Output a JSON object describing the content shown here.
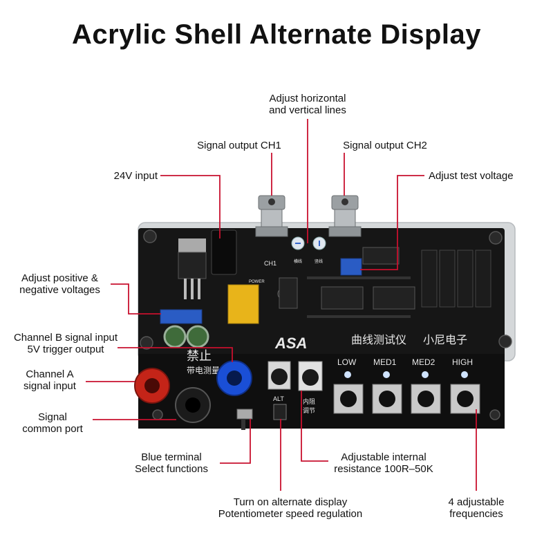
{
  "title": "Acrylic Shell Alternate Display",
  "board": {
    "ch1": "CH1",
    "power": "POWER",
    "alt": "ALT",
    "logo": "ASA",
    "model": "曲线测试仪",
    "brand": "小尼电子",
    "warning_big": "禁止",
    "warning_small": "带电测量",
    "pot_h": "横线",
    "pot_v": "竖线",
    "resist_label_1": "内阻",
    "resist_label_2": "调节",
    "freq_buttons": [
      "LOW",
      "MED1",
      "MED2",
      "HIGH"
    ]
  },
  "callouts": {
    "adjust_hv": [
      "Adjust horizontal",
      "and vertical lines"
    ],
    "signal_ch1": "Signal output CH1",
    "signal_ch2": "Signal output CH2",
    "input_24v": "24V input",
    "adjust_test_voltage": "Adjust test voltage",
    "adjust_pos_neg": [
      "Adjust positive &",
      "negative voltages"
    ],
    "channel_b": [
      "Channel B signal input",
      "5V trigger output"
    ],
    "channel_a": [
      "Channel A",
      "signal input"
    ],
    "common_port": [
      "Signal",
      "common port"
    ],
    "blue_terminal": [
      "Blue terminal",
      "Select functions"
    ],
    "internal_resistance": [
      "Adjustable internal",
      "resistance 100R–50K"
    ],
    "alternate_display": [
      "Turn on alternate display",
      "Potentiometer speed regulation"
    ],
    "frequencies": [
      "4 adjustable",
      "frequencies"
    ]
  },
  "colors": {
    "leader": "#c8102e",
    "pcb": "#151515",
    "acrylic": "#d9dbdd",
    "blue_jack": "#1a4fd6",
    "red_jack": "#c42418"
  }
}
